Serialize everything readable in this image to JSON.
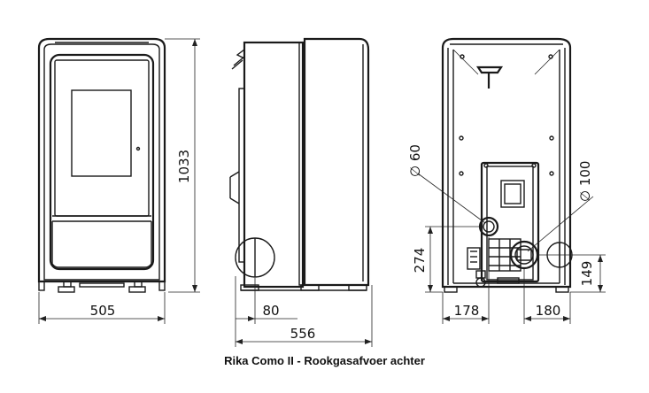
{
  "caption": "Rika Como II - Rookgasafvoer achter",
  "dimensions": {
    "front_width": "505",
    "height": "1033",
    "side_depth_offset": "80",
    "side_depth": "556",
    "flue_diameter_small": "∅ 60",
    "flue_diameter_large": "∅ 100",
    "flue_height_small": "274",
    "flue_height_large": "149",
    "flue_offset_left": "178",
    "flue_offset_right": "180"
  }
}
